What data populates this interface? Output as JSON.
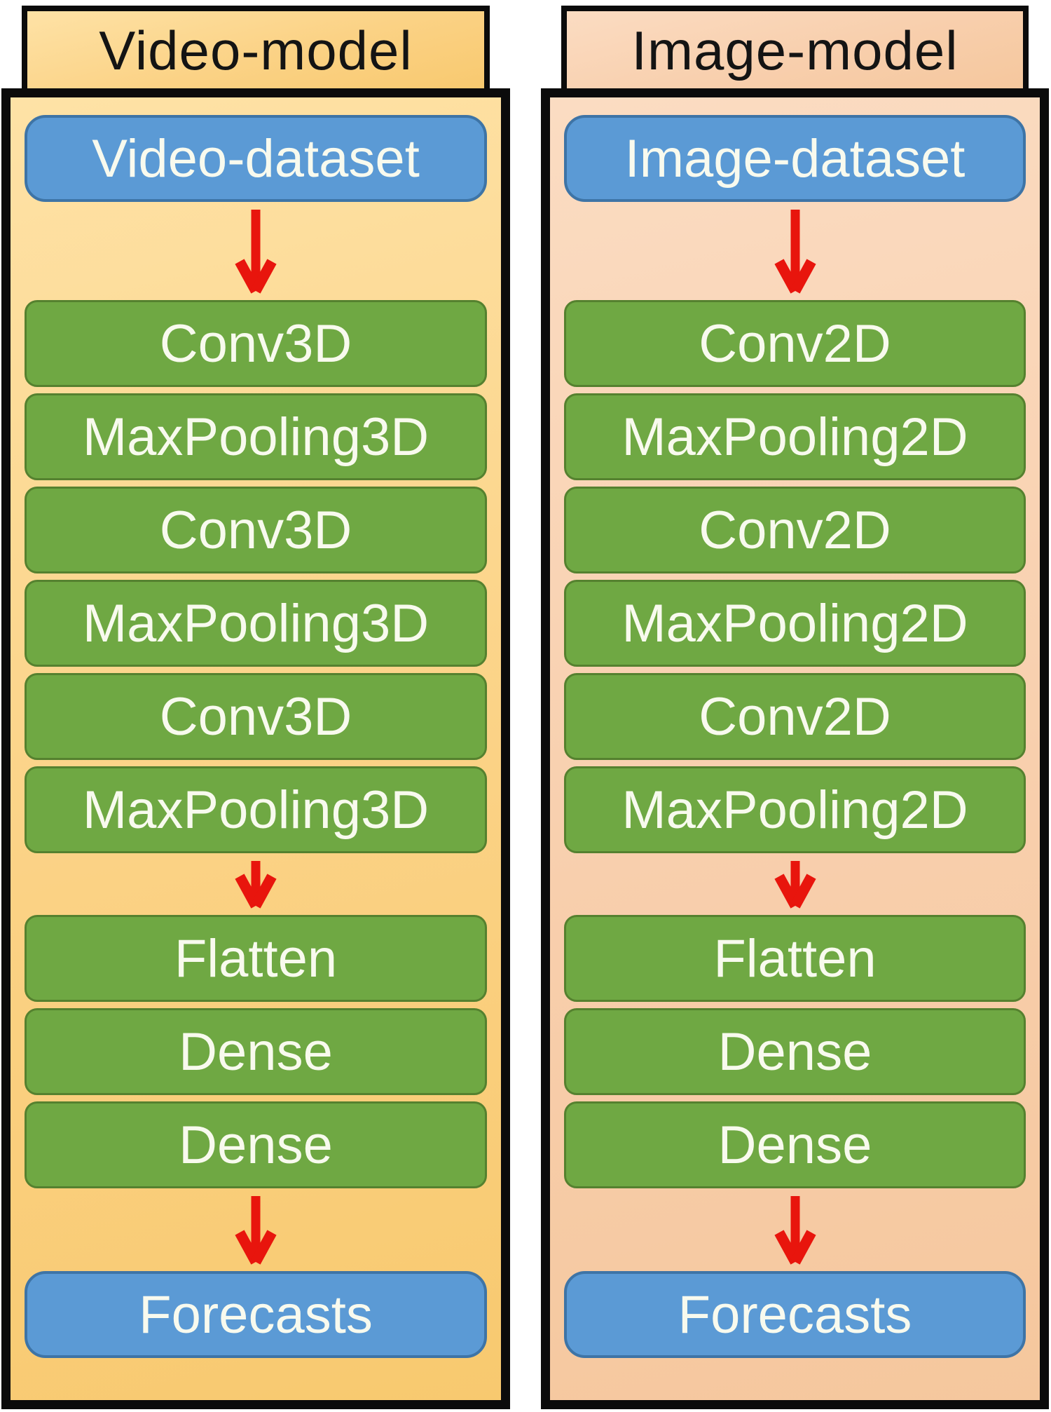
{
  "diagram": {
    "columns": [
      {
        "id": "video",
        "title": "Video-model",
        "nodes": [
          {
            "kind": "dataset",
            "label": "Video-dataset"
          },
          {
            "kind": "arrow"
          },
          {
            "kind": "layer",
            "label": "Conv3D"
          },
          {
            "kind": "layer",
            "label": "MaxPooling3D"
          },
          {
            "kind": "layer",
            "label": "Conv3D"
          },
          {
            "kind": "layer",
            "label": "MaxPooling3D"
          },
          {
            "kind": "layer",
            "label": "Conv3D"
          },
          {
            "kind": "layer",
            "label": "MaxPooling3D"
          },
          {
            "kind": "arrow"
          },
          {
            "kind": "layer",
            "label": "Flatten"
          },
          {
            "kind": "layer",
            "label": "Dense"
          },
          {
            "kind": "layer",
            "label": "Dense"
          },
          {
            "kind": "arrow"
          },
          {
            "kind": "dataset",
            "label": "Forecasts"
          }
        ]
      },
      {
        "id": "image",
        "title": "Image-model",
        "nodes": [
          {
            "kind": "dataset",
            "label": "Image-dataset"
          },
          {
            "kind": "arrow"
          },
          {
            "kind": "layer",
            "label": "Conv2D"
          },
          {
            "kind": "layer",
            "label": "MaxPooling2D"
          },
          {
            "kind": "layer",
            "label": "Conv2D"
          },
          {
            "kind": "layer",
            "label": "MaxPooling2D"
          },
          {
            "kind": "layer",
            "label": "Conv2D"
          },
          {
            "kind": "layer",
            "label": "MaxPooling2D"
          },
          {
            "kind": "arrow"
          },
          {
            "kind": "layer",
            "label": "Flatten"
          },
          {
            "kind": "layer",
            "label": "Dense"
          },
          {
            "kind": "layer",
            "label": "Dense"
          },
          {
            "kind": "arrow"
          },
          {
            "kind": "dataset",
            "label": "Forecasts"
          }
        ]
      }
    ],
    "colors": {
      "video_background": "#fbd285",
      "image_background": "#f8cfad",
      "layer_fill": "#6fa843",
      "layer_border": "#55812f",
      "dataset_fill": "#5b9ad5",
      "dataset_border": "#3e74a6",
      "arrow_red": "#e8150d",
      "frame_black": "#0b0b0b",
      "title_text": "#141414",
      "node_text": "#f8faee"
    }
  }
}
